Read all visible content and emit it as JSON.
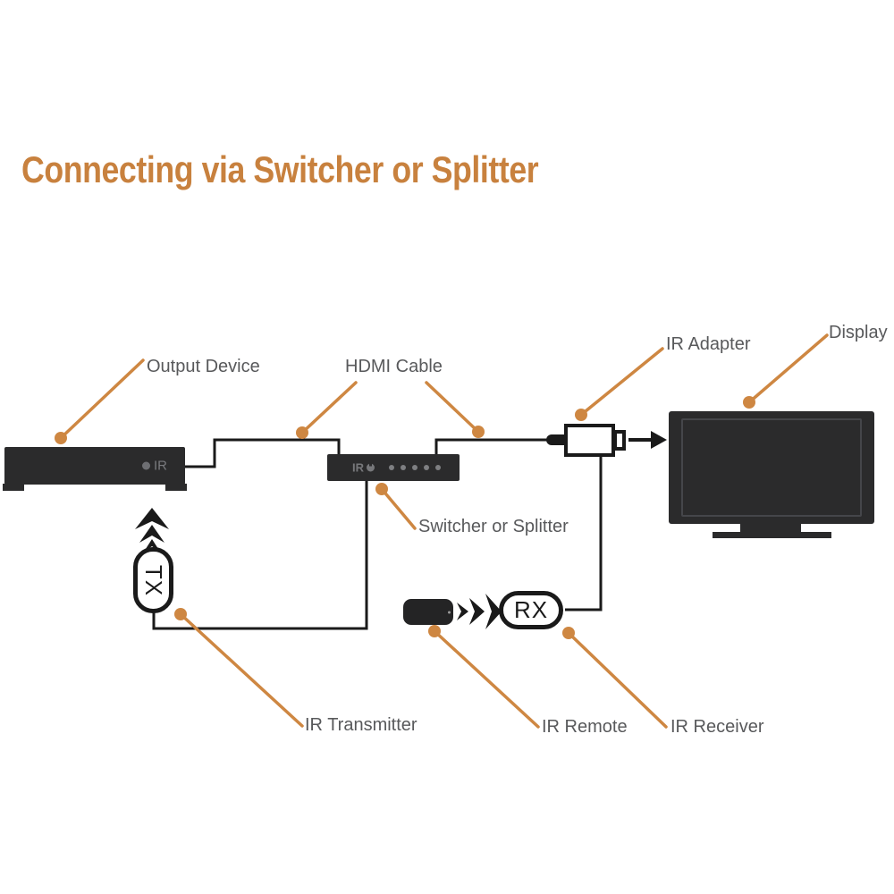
{
  "title": "Connecting via Switcher or Splitter",
  "colors": {
    "title": "#C8813E",
    "accent": "#CE8742",
    "label": "#58595B",
    "device": "#2B2B2C",
    "wire": "#1A1A1A"
  },
  "labels": {
    "output_device": "Output Device",
    "hdmi_cable": "HDMI Cable",
    "ir_adapter": "IR Adapter",
    "display": "Display",
    "switcher": "Switcher or Splitter",
    "ir_transmitter": "IR Transmitter",
    "ir_remote": "IR Remote",
    "ir_receiver": "IR Receiver"
  },
  "devices": {
    "output_device": {
      "ir_label": "IR"
    },
    "switcher": {
      "ir_label": "IR",
      "led_count": 5
    },
    "ir_transmitter": {
      "label": "TX"
    },
    "ir_receiver": {
      "label": "RX"
    }
  }
}
